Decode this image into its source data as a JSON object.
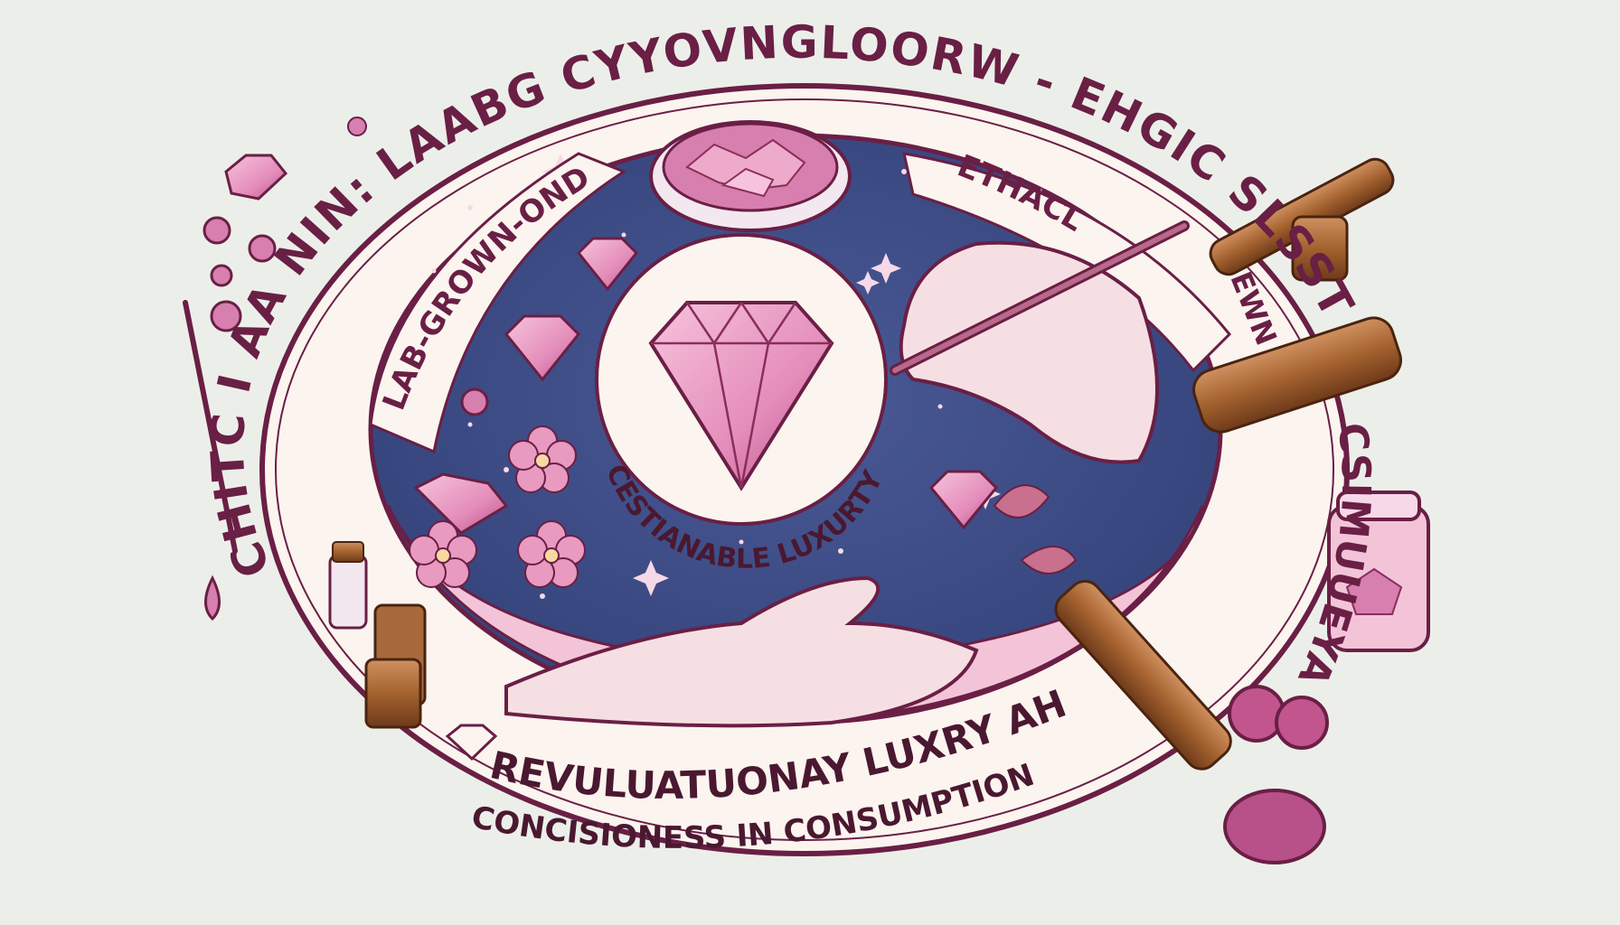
{
  "colors": {
    "background": "#ecefe9",
    "navy": "#3f4f86",
    "navy_dark": "#2f3a6a",
    "ring": "#fbf4ef",
    "outline": "#6a1f45",
    "pink": "#e89ac0",
    "pink_dark": "#b8508a",
    "bronze": "#a86a3c",
    "skin": "#f6dfe3"
  },
  "ring_text": {
    "top": "CHITC I AA NIN: LAABG CYYOVNGLOORW - EHGIC SLSSTAABIBU",
    "right": "CSIMUUEYA",
    "bottom_line1": "REVULUATUONAY LUXRY AH",
    "bottom_line2": "CONCISIONESS IN CONSUMPTION"
  },
  "banners": {
    "left": "LAB-GROWN-ONDS",
    "right": "ETHACL",
    "far_right": "EWN"
  },
  "center_badge": {
    "text": "CESTIANABLE LUXURTY"
  },
  "icons": [
    "diamond-icon",
    "petri-dish-icon",
    "tweezers-icon",
    "loupe-icon",
    "jar-icon",
    "flower-icon",
    "leaf-icon",
    "pencil-icon",
    "sparkle-icon",
    "brush-icon"
  ]
}
